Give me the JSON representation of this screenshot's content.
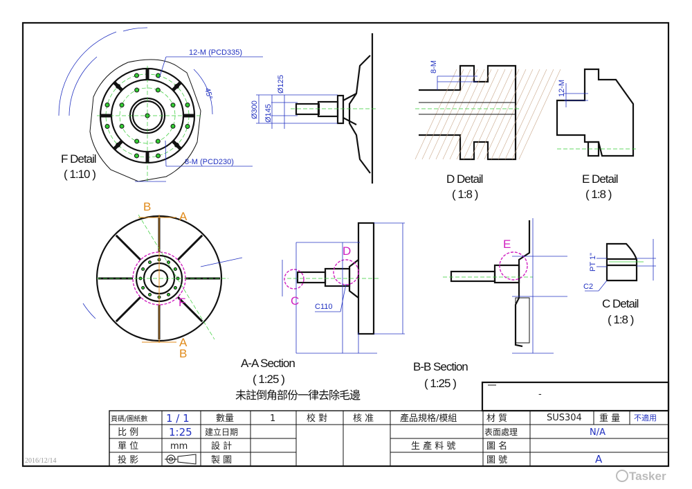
{
  "views": {
    "f_detail": {
      "title": "F Detail",
      "scale": "( 1:10 )",
      "note_12m": "12-M  (PCD335)",
      "note_8m": "8-M (PCD230)",
      "angle": "45°"
    },
    "side_view": {
      "dim_300": "Ø300",
      "dim_145": "Ø145",
      "dim_125": "Ø125"
    },
    "d_detail": {
      "title": "D Detail",
      "scale": "( 1:8 )",
      "dim": "8-M"
    },
    "e_detail": {
      "title": "E Detail",
      "scale": "( 1:8 )",
      "dim": "12-M"
    },
    "c_detail": {
      "title": "C Detail",
      "scale": "( 1:8 )",
      "dim_pt": "PT 1\"",
      "dim_c2": "C2"
    },
    "front_view": {
      "label_a": "A",
      "label_b": "B",
      "label_f": "F"
    },
    "aa_section": {
      "title": "A-A Section",
      "scale": "( 1:25 )",
      "note": "未註倒角部份一律去除毛邊",
      "label_c": "C",
      "label_d": "D",
      "dim_c110": "C110"
    },
    "bb_section": {
      "title": "B-B Section",
      "scale": "( 1:25 )",
      "label_e": "E"
    }
  },
  "title_block": {
    "top_box_dash": "-",
    "row1": [
      "頁碼/圖紙數",
      "1  /  1",
      "數量",
      "1",
      "校 對",
      "核 准",
      "產品規格/模組",
      "材    質",
      "SUS304",
      "重 量",
      "不適用"
    ],
    "row2": [
      "比  例",
      "1:25",
      "建立日期",
      "表面處理",
      "N/A"
    ],
    "row3": [
      "單  位",
      "mm",
      "設  計",
      "生 產 料 號",
      "圖    名"
    ],
    "row4": [
      "投  影",
      "製  圖",
      "圖    號",
      "A"
    ]
  },
  "date": "2016/12/14",
  "watermark": "Tasker"
}
